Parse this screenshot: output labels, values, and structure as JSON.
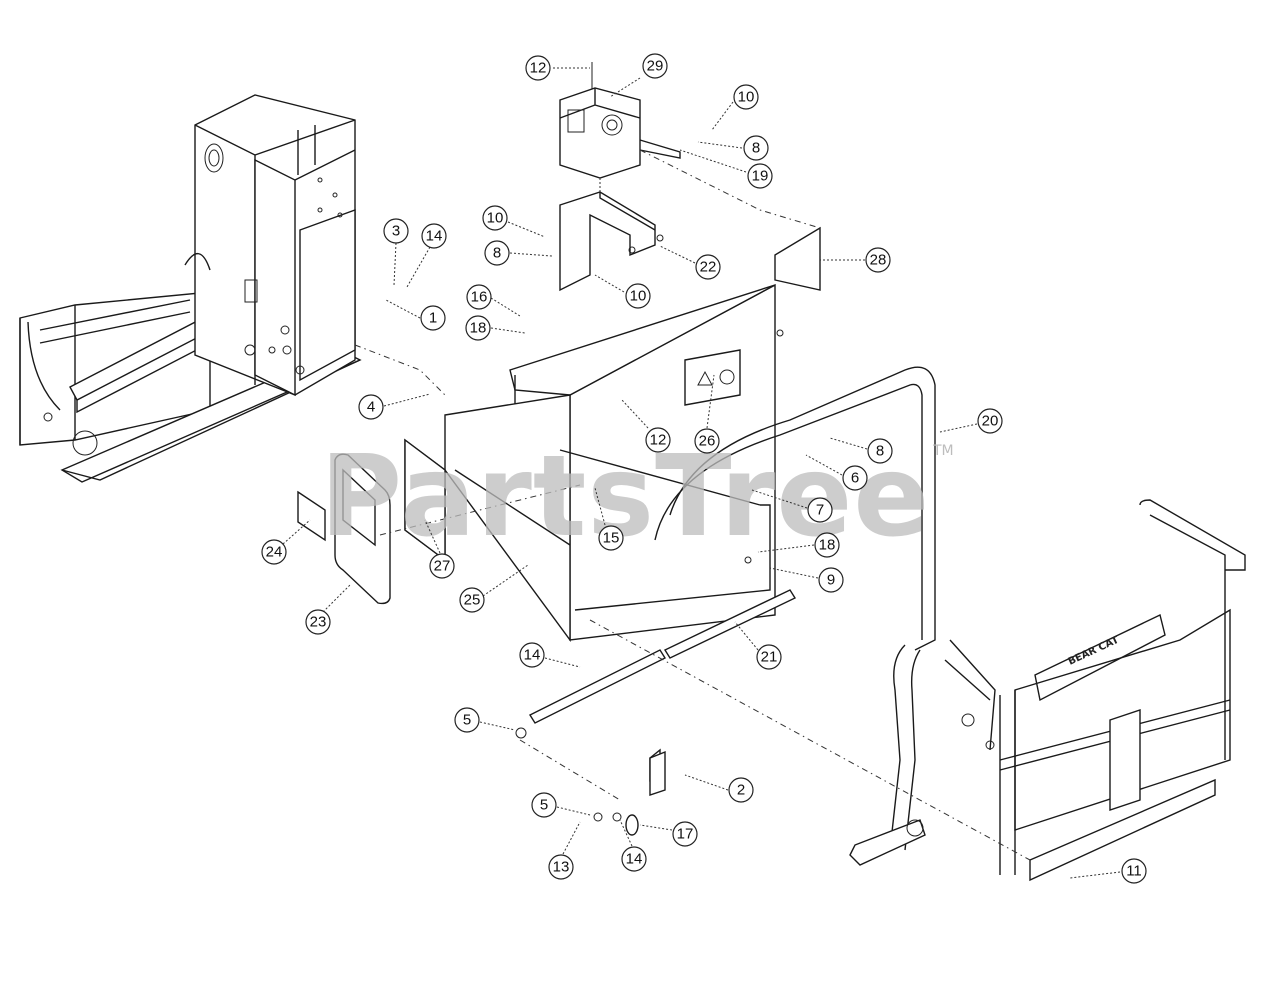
{
  "watermark": {
    "text": "PartsTree",
    "trademark": "TM"
  },
  "decal": {
    "brand_text": "BEAR CAT"
  },
  "callouts": [
    "12",
    "29",
    "10",
    "8",
    "19",
    "10",
    "8",
    "22",
    "10",
    "28",
    "3",
    "14",
    "1",
    "16",
    "18",
    "4",
    "12",
    "26",
    "20",
    "8",
    "6",
    "7",
    "18",
    "9",
    "15",
    "24",
    "27",
    "25",
    "23",
    "21",
    "14",
    "5",
    "2",
    "5",
    "17",
    "13",
    "14",
    "11"
  ]
}
